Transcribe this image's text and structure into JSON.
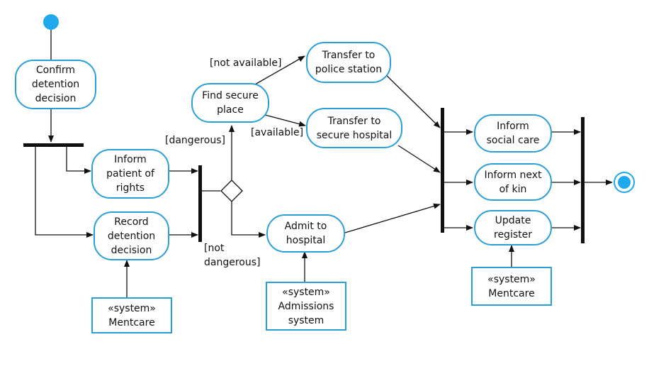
{
  "colors": {
    "accent": "#2a9fd8",
    "line": "#111111"
  },
  "nodes": {
    "confirm": "Confirm\ndetention\ndecision",
    "inform_rights": "Inform\npatient of\nrights",
    "record": "Record\ndetention\ndecision",
    "find_secure": "Find secure\nplace",
    "police": "Transfer to\npolice station",
    "secure_hospital": "Transfer to\nsecure hospital",
    "admit": "Admit to\nhospital",
    "social": "Inform\nsocial care",
    "kin": "Inform next\nof kin",
    "register": "Update\nregister"
  },
  "systems": {
    "mentcare_left": "«system»\nMentcare",
    "admissions": "«system»\nAdmissions\nsystem",
    "mentcare_right": "«system»\nMentcare"
  },
  "guards": {
    "not_available": "[not available]",
    "available": "[available]",
    "dangerous": "[dangerous]",
    "not_dangerous": "[not\ndangerous]"
  }
}
